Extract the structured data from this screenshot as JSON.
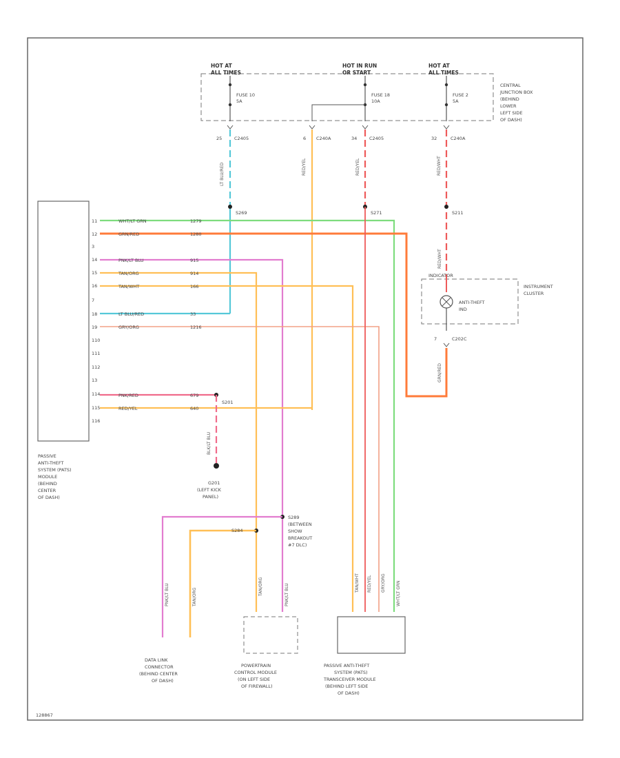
{
  "colors": {
    "border": "#666666",
    "dash": "#777777",
    "wire_green": "#7ddc7d",
    "wire_orange_red": "#ff7b3a",
    "wire_pink": "#e27ccf",
    "wire_tan": "#ffbf55",
    "wire_blue": "#55c8d8",
    "wire_salmon": "#f2a085",
    "wire_red": "#ee5a5a",
    "wire_pinkred": "#f06a8a"
  },
  "fuse_block": {
    "supplies": [
      {
        "l1": "HOT AT",
        "l2": "ALL TIMES"
      },
      {
        "l1": "HOT IN RUN",
        "l2": "OR START"
      },
      {
        "l1": "HOT AT",
        "l2": "ALL TIMES"
      }
    ],
    "fuses": [
      {
        "l1": "FUSE 10",
        "l2": "5A"
      },
      {
        "l1": "FUSE 18",
        "l2": "10A"
      },
      {
        "l1": "FUSE 2",
        "l2": "5A"
      }
    ],
    "location": [
      "CENTRAL",
      "JUNCTION BOX",
      "(BEHIND",
      "LOWER",
      "LEFT SIDE",
      "OF DASH)"
    ]
  },
  "connectors": {
    "c_top": [
      {
        "pin": "25",
        "name": "C2405"
      },
      {
        "pin": "6",
        "name": "C240A"
      },
      {
        "pin": "34",
        "name": "C2405"
      },
      {
        "pin": "32",
        "name": "C240A"
      }
    ],
    "splices": [
      "S269",
      "S271",
      "S211",
      "S201",
      "S289",
      "S284"
    ],
    "c_cluster": {
      "pin": "7",
      "name": "C202C"
    }
  },
  "module": {
    "pins": [
      "11",
      "12",
      "3",
      "14",
      "15",
      "16",
      "7",
      "18",
      "19",
      "110",
      "111",
      "112",
      "13",
      "114",
      "115",
      "116"
    ],
    "caption": [
      "PASSIVE",
      "ANTI-THEFT",
      "SYSTEM (PATS)",
      "MODULE",
      "(BEHIND",
      "CENTER",
      "OF DASH)"
    ]
  },
  "wires": [
    {
      "label": "WHT/LT GRN",
      "circuit": "1279"
    },
    {
      "label": "GRN/RED",
      "circuit": "1280"
    },
    {
      "label": "PNK/LT BLU",
      "circuit": "915"
    },
    {
      "label": "TAN/ORG",
      "circuit": "914"
    },
    {
      "label": "TAN/WHT",
      "circuit": "166"
    },
    {
      "label": "LT BLU/RED",
      "circuit": "33"
    },
    {
      "label": "GRY/ORG",
      "circuit": "1216"
    },
    {
      "label": "PNK/RED",
      "circuit": "679"
    },
    {
      "label": "RED/YEL",
      "circuit": "640"
    }
  ],
  "vertical_labels": {
    "top": [
      "LT BLU/RED",
      "RED/YEL",
      "RED/YEL",
      "RED/WHT"
    ],
    "cluster_top": "RED/WHT",
    "cluster_bottom": "GRN/RED",
    "ground": "BLK/LT BLU",
    "dlc": [
      "PNK/LT BLU",
      "TAN/ORG"
    ],
    "pcm": [
      "TAN/ORG",
      "PNK/LT BLU"
    ],
    "trans": [
      "TAN/WHT",
      "RED/YEL",
      "GRY/ORG",
      "WHT/LT GRN"
    ]
  },
  "cluster": {
    "connector": "INDICATOR",
    "lamp": "ANTI-THEFT",
    "lamp2": "IND",
    "label": [
      "INSTRUMENT",
      "CLUSTER"
    ]
  },
  "ground": {
    "name": "G201",
    "l2": "(LEFT KICK",
    "l3": "PANEL)"
  },
  "splice_note": [
    "S289",
    "(BETWEEN",
    "SHOW",
    "BREAKOUT",
    "#7 DLC)"
  ],
  "bottom": {
    "dlc": [
      "DATA LINK",
      "CONNECTOR",
      "(BEHIND CENTER",
      "OF DASH)"
    ],
    "pcm": [
      "POWERTRAIN",
      "CONTROL MODULE",
      "(ON LEFT SIDE",
      "OF FIREWALL)"
    ],
    "trans": [
      "PASSIVE ANTI-THEFT",
      "SYSTEM (PATS)",
      "TRANSCEIVER MODULE",
      "(BEHIND LEFT SIDE",
      "OF DASH)"
    ]
  },
  "footer_code": "128867"
}
